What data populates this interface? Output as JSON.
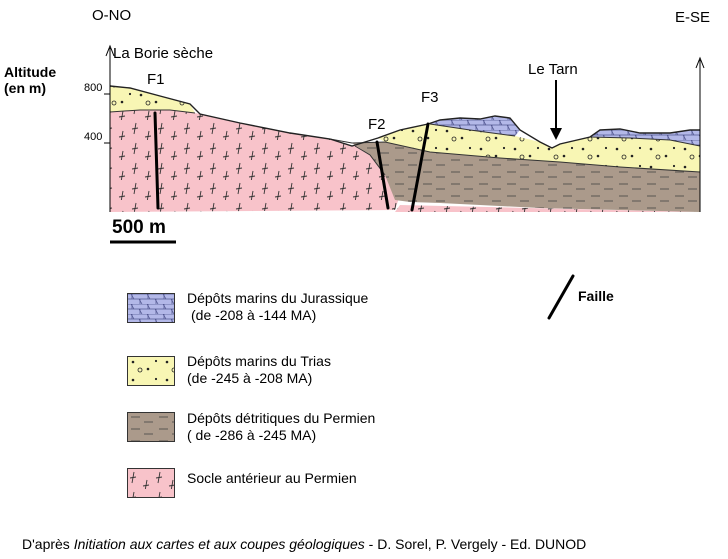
{
  "header": {
    "direction_left": "O-NO",
    "direction_right": "E-SE",
    "axis_title_line1": "Altitude",
    "axis_title_line2": "(en m)",
    "tick_800": "800",
    "tick_400": "400"
  },
  "places": {
    "la_borie": "La Borie sèche",
    "le_tarn": "Le Tarn"
  },
  "faults": {
    "f1": "F1",
    "f2": "F2",
    "f3": "F3"
  },
  "scale_bar": {
    "label": "500 m"
  },
  "legend": {
    "fault_label": "Faille",
    "items": [
      {
        "line1": "Dépôts marins du Jurassique",
        "line2": "(de -208 à -144 MA)",
        "color": "#b3b8e8"
      },
      {
        "line1": "Dépôts marins du Trias",
        "line2": "(de -245 à -208 MA)",
        "color": "#f8f6b4"
      },
      {
        "line1": "Dépôts détritiques du Permien",
        "line2": "( de -286 à -245 MA)",
        "color": "#ab9a8b"
      },
      {
        "line1": "Socle antérieur au Permien",
        "line2": "",
        "color": "#f8c3ca"
      }
    ]
  },
  "credit": {
    "prefix": "D'après ",
    "title": "Initiation aux cartes et aux coupes géologiques",
    "suffix": " - D. Sorel, P. Vergely - Ed. DUNOD"
  }
}
